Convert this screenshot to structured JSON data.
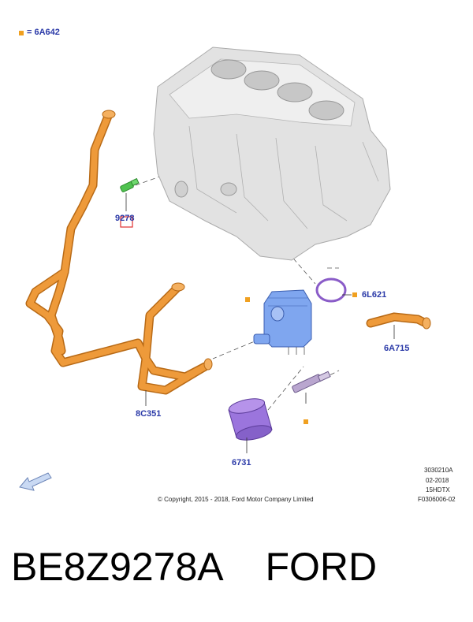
{
  "legend": {
    "symbol_color": "#f0a020",
    "text": "= 6A642"
  },
  "labels": {
    "l_9278": "9278",
    "l_6l621": "6L621",
    "l_6a715": "6A715",
    "l_8c351": "8C351",
    "l_6731": "6731"
  },
  "copyright": "© Copyright, 2015 - 2018, Ford Motor Company Limited",
  "codes": [
    "3030210A",
    "02-2018",
    "15HDTX",
    "F0306006-02"
  ],
  "caption": {
    "part_number": "BE8Z9278A",
    "brand": "FORD"
  },
  "colors": {
    "label_blue": "#2b3aa8",
    "hose_orange": "#e8902c",
    "cooler_blue": "#6f9ae8",
    "filter_purple": "#a37de0",
    "sensor_green": "#4fc24f",
    "block_gray": "#d9d9d9"
  },
  "icons": [
    "front-arrow-icon"
  ]
}
